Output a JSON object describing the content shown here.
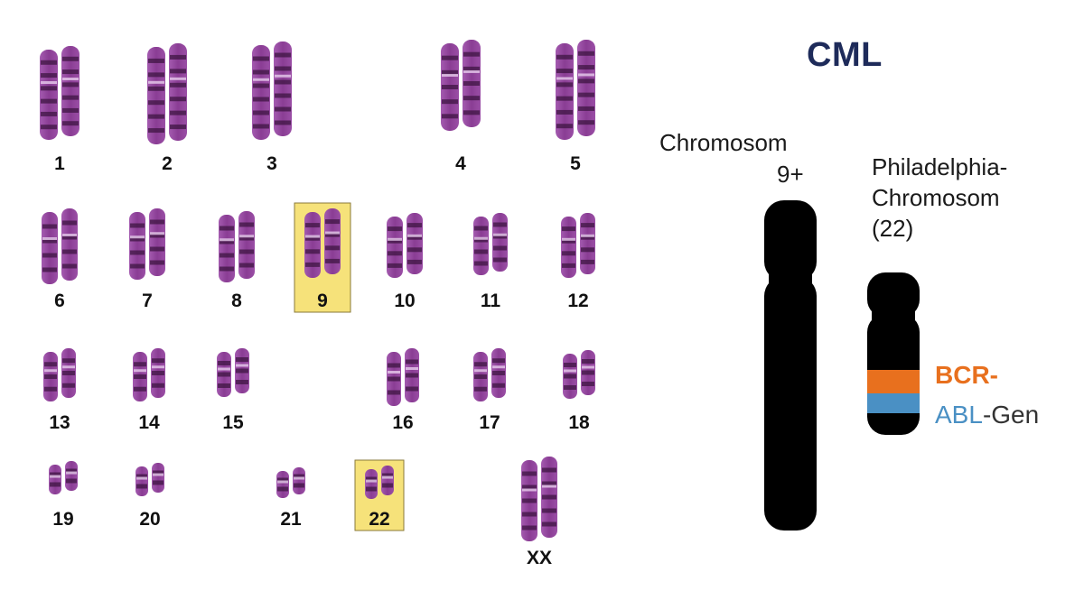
{
  "title": "CML",
  "chromosome9_label": {
    "line1": "Chromosom",
    "line2": "9+"
  },
  "philadelphia_label": {
    "line1": "Philadelphia-",
    "line2": "Chromosom",
    "line3": "(22)"
  },
  "genes": {
    "bcr": "BCR-",
    "abl": "ABL",
    "gen": "-Gen"
  },
  "colors": {
    "title": "#1e2b5a",
    "bcr": "#e8701e",
    "abl": "#4a90c4",
    "highlight": "#f6e27a",
    "chromosome": "#8a3d94",
    "schematic": "#000000"
  },
  "karyotype": [
    {
      "label": "1",
      "highlight": false
    },
    {
      "label": "2",
      "highlight": false
    },
    {
      "label": "3",
      "highlight": false
    },
    {
      "label": "4",
      "highlight": false
    },
    {
      "label": "5",
      "highlight": false
    },
    {
      "label": "6",
      "highlight": false
    },
    {
      "label": "7",
      "highlight": false
    },
    {
      "label": "8",
      "highlight": false
    },
    {
      "label": "9",
      "highlight": true
    },
    {
      "label": "10",
      "highlight": false
    },
    {
      "label": "11",
      "highlight": false
    },
    {
      "label": "12",
      "highlight": false
    },
    {
      "label": "13",
      "highlight": false
    },
    {
      "label": "14",
      "highlight": false
    },
    {
      "label": "15",
      "highlight": false
    },
    {
      "label": "16",
      "highlight": false
    },
    {
      "label": "17",
      "highlight": false
    },
    {
      "label": "18",
      "highlight": false
    },
    {
      "label": "19",
      "highlight": false
    },
    {
      "label": "20",
      "highlight": false
    },
    {
      "label": "21",
      "highlight": false
    },
    {
      "label": "22",
      "highlight": true
    },
    {
      "label": "XX",
      "highlight": false
    }
  ]
}
